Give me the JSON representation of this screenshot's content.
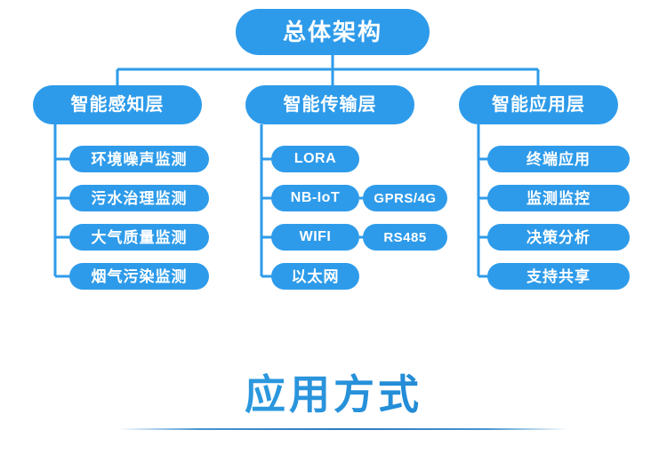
{
  "theme": {
    "node_fill": "#2e9bea",
    "node_text": "#ffffff",
    "connector": "#2e9bea",
    "background": "#ffffff",
    "title_gradient_start": "#31a9e2",
    "title_gradient_end": "#1477c9"
  },
  "diagram": {
    "type": "tree",
    "root": {
      "label": "总体架构"
    },
    "columns": [
      {
        "layer_label": "智能感知层",
        "leaves": [
          {
            "label": "环境噪声监测"
          },
          {
            "label": "污水治理监测"
          },
          {
            "label": "大气质量监测"
          },
          {
            "label": "烟气污染监测"
          }
        ]
      },
      {
        "layer_label": "智能传输层",
        "leaves": [
          {
            "label": "LORA",
            "side": null
          },
          {
            "label": "NB-IoT",
            "side": "GPRS/4G"
          },
          {
            "label": "WIFI",
            "side": "RS485"
          },
          {
            "label": "以太网",
            "side": null
          }
        ]
      },
      {
        "layer_label": "智能应用层",
        "leaves": [
          {
            "label": "终端应用"
          },
          {
            "label": "监测监控"
          },
          {
            "label": "决策分析"
          },
          {
            "label": "支持共享"
          }
        ]
      }
    ]
  },
  "bottom": {
    "title": "应用方式"
  }
}
